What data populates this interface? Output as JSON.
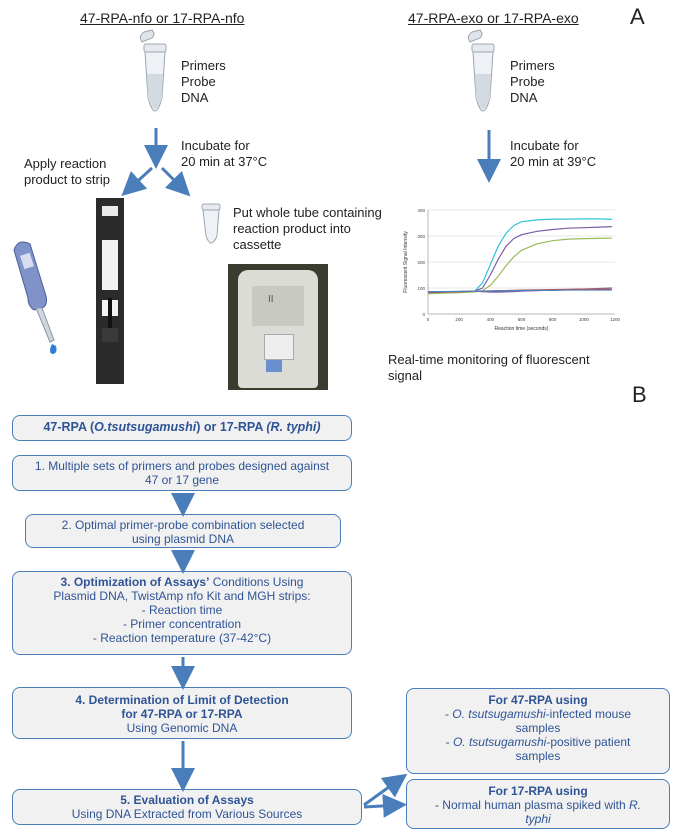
{
  "panel_a": {
    "letter": "A",
    "left": {
      "header": "47-RPA-nfo or 17-RPA-nfo",
      "tube_contents": [
        "Primers",
        "Probe",
        "DNA"
      ],
      "incubate": [
        "Incubate for",
        "20 min at 37°C"
      ],
      "apply_strip": [
        "Apply reaction",
        "product to strip"
      ],
      "put_tube": [
        "Put whole tube containing",
        "reaction product into",
        "cassette"
      ]
    },
    "right": {
      "header": "47-RPA-exo or 17-RPA-exo",
      "tube_contents": [
        "Primers",
        "Probe",
        "DNA"
      ],
      "incubate": [
        "Incubate for",
        "20 min at 39°C"
      ],
      "caption": [
        "Real-time monitoring of fluorescent",
        "signal"
      ]
    }
  },
  "chart_data": {
    "type": "line",
    "xlabel": "Reaction time (seconds)",
    "ylabel": "Fluorescent Signal Intensity",
    "xlim": [
      0,
      1200
    ],
    "ylim": [
      0,
      400
    ],
    "xticks": [
      0,
      200,
      400,
      600,
      800,
      1000,
      1200
    ],
    "yticks": [
      0,
      100,
      200,
      300,
      400
    ],
    "grid": true,
    "x": [
      0,
      100,
      200,
      300,
      350,
      400,
      450,
      500,
      550,
      600,
      700,
      800,
      900,
      1000,
      1100,
      1180
    ],
    "series": [
      {
        "color": "#2ec4d6",
        "values": [
          80,
          82,
          85,
          88,
          120,
          190,
          260,
          310,
          340,
          355,
          362,
          365,
          365,
          366,
          366,
          364
        ]
      },
      {
        "color": "#7b5ea7",
        "values": [
          80,
          82,
          84,
          88,
          100,
          150,
          210,
          260,
          290,
          305,
          318,
          325,
          330,
          332,
          334,
          336
        ]
      },
      {
        "color": "#9bbb59",
        "values": [
          78,
          80,
          82,
          85,
          90,
          110,
          145,
          185,
          220,
          245,
          270,
          282,
          288,
          290,
          291,
          292
        ]
      },
      {
        "color": "#8064a2",
        "values": [
          82,
          84,
          86,
          88,
          86,
          84,
          84,
          85,
          86,
          88,
          90,
          92,
          94,
          96,
          98,
          100
        ]
      },
      {
        "color": "#c0504d",
        "values": [
          84,
          85,
          86,
          88,
          88,
          89,
          90,
          90,
          91,
          92,
          93,
          94,
          95,
          96,
          96,
          95
        ]
      },
      {
        "color": "#4f81bd",
        "values": [
          86,
          86,
          87,
          88,
          88,
          88,
          89,
          89,
          90,
          90,
          91,
          91,
          92,
          92,
          92,
          92
        ]
      }
    ]
  },
  "panel_b": {
    "letter": "B",
    "box_title": {
      "pre": "47-RPA (",
      "italic1": "O.tsutsugamushi",
      "mid": ") or 17-RPA ",
      "italic2": "(R. typhi)"
    },
    "step1": [
      "1. Multiple sets of primers and probes designed against",
      "47 or 17 gene"
    ],
    "step2": [
      "2. Optimal primer-probe combination selected",
      "using plasmid DNA"
    ],
    "step3": {
      "bold": "3. Optimization of Assays’",
      "rest": " Conditions Using",
      "lines": [
        "Plasmid DNA, TwistAmp nfo Kit and MGH strips:",
        "- Reaction time",
        "- Primer concentration",
        "- Reaction temperature (37-42°C)"
      ]
    },
    "step4": {
      "bold1": "4. Determination of Limit of Detection",
      "bold2": "for 47-RPA or 17-RPA",
      "line": "Using Genomic DNA"
    },
    "step5": {
      "bold": "5. Evaluation of Assays",
      "line": "Using DNA Extracted from Various Sources"
    },
    "side47": {
      "title": "For 47-RPA using",
      "item1_pre": "- ",
      "item1_italic": "O. tsutsugamushi",
      "item1_post": "-infected mouse",
      "item1_line2": "samples",
      "item2_pre": "- ",
      "item2_italic": "O. tsutsugamushi",
      "item2_post": "-positive patient",
      "item2_line2": "samples"
    },
    "side17": {
      "title": "For 17-RPA using",
      "item_pre": "- Normal human plasma spiked with ",
      "item_italic1": "R.",
      "item_italic2": "typhi"
    }
  }
}
